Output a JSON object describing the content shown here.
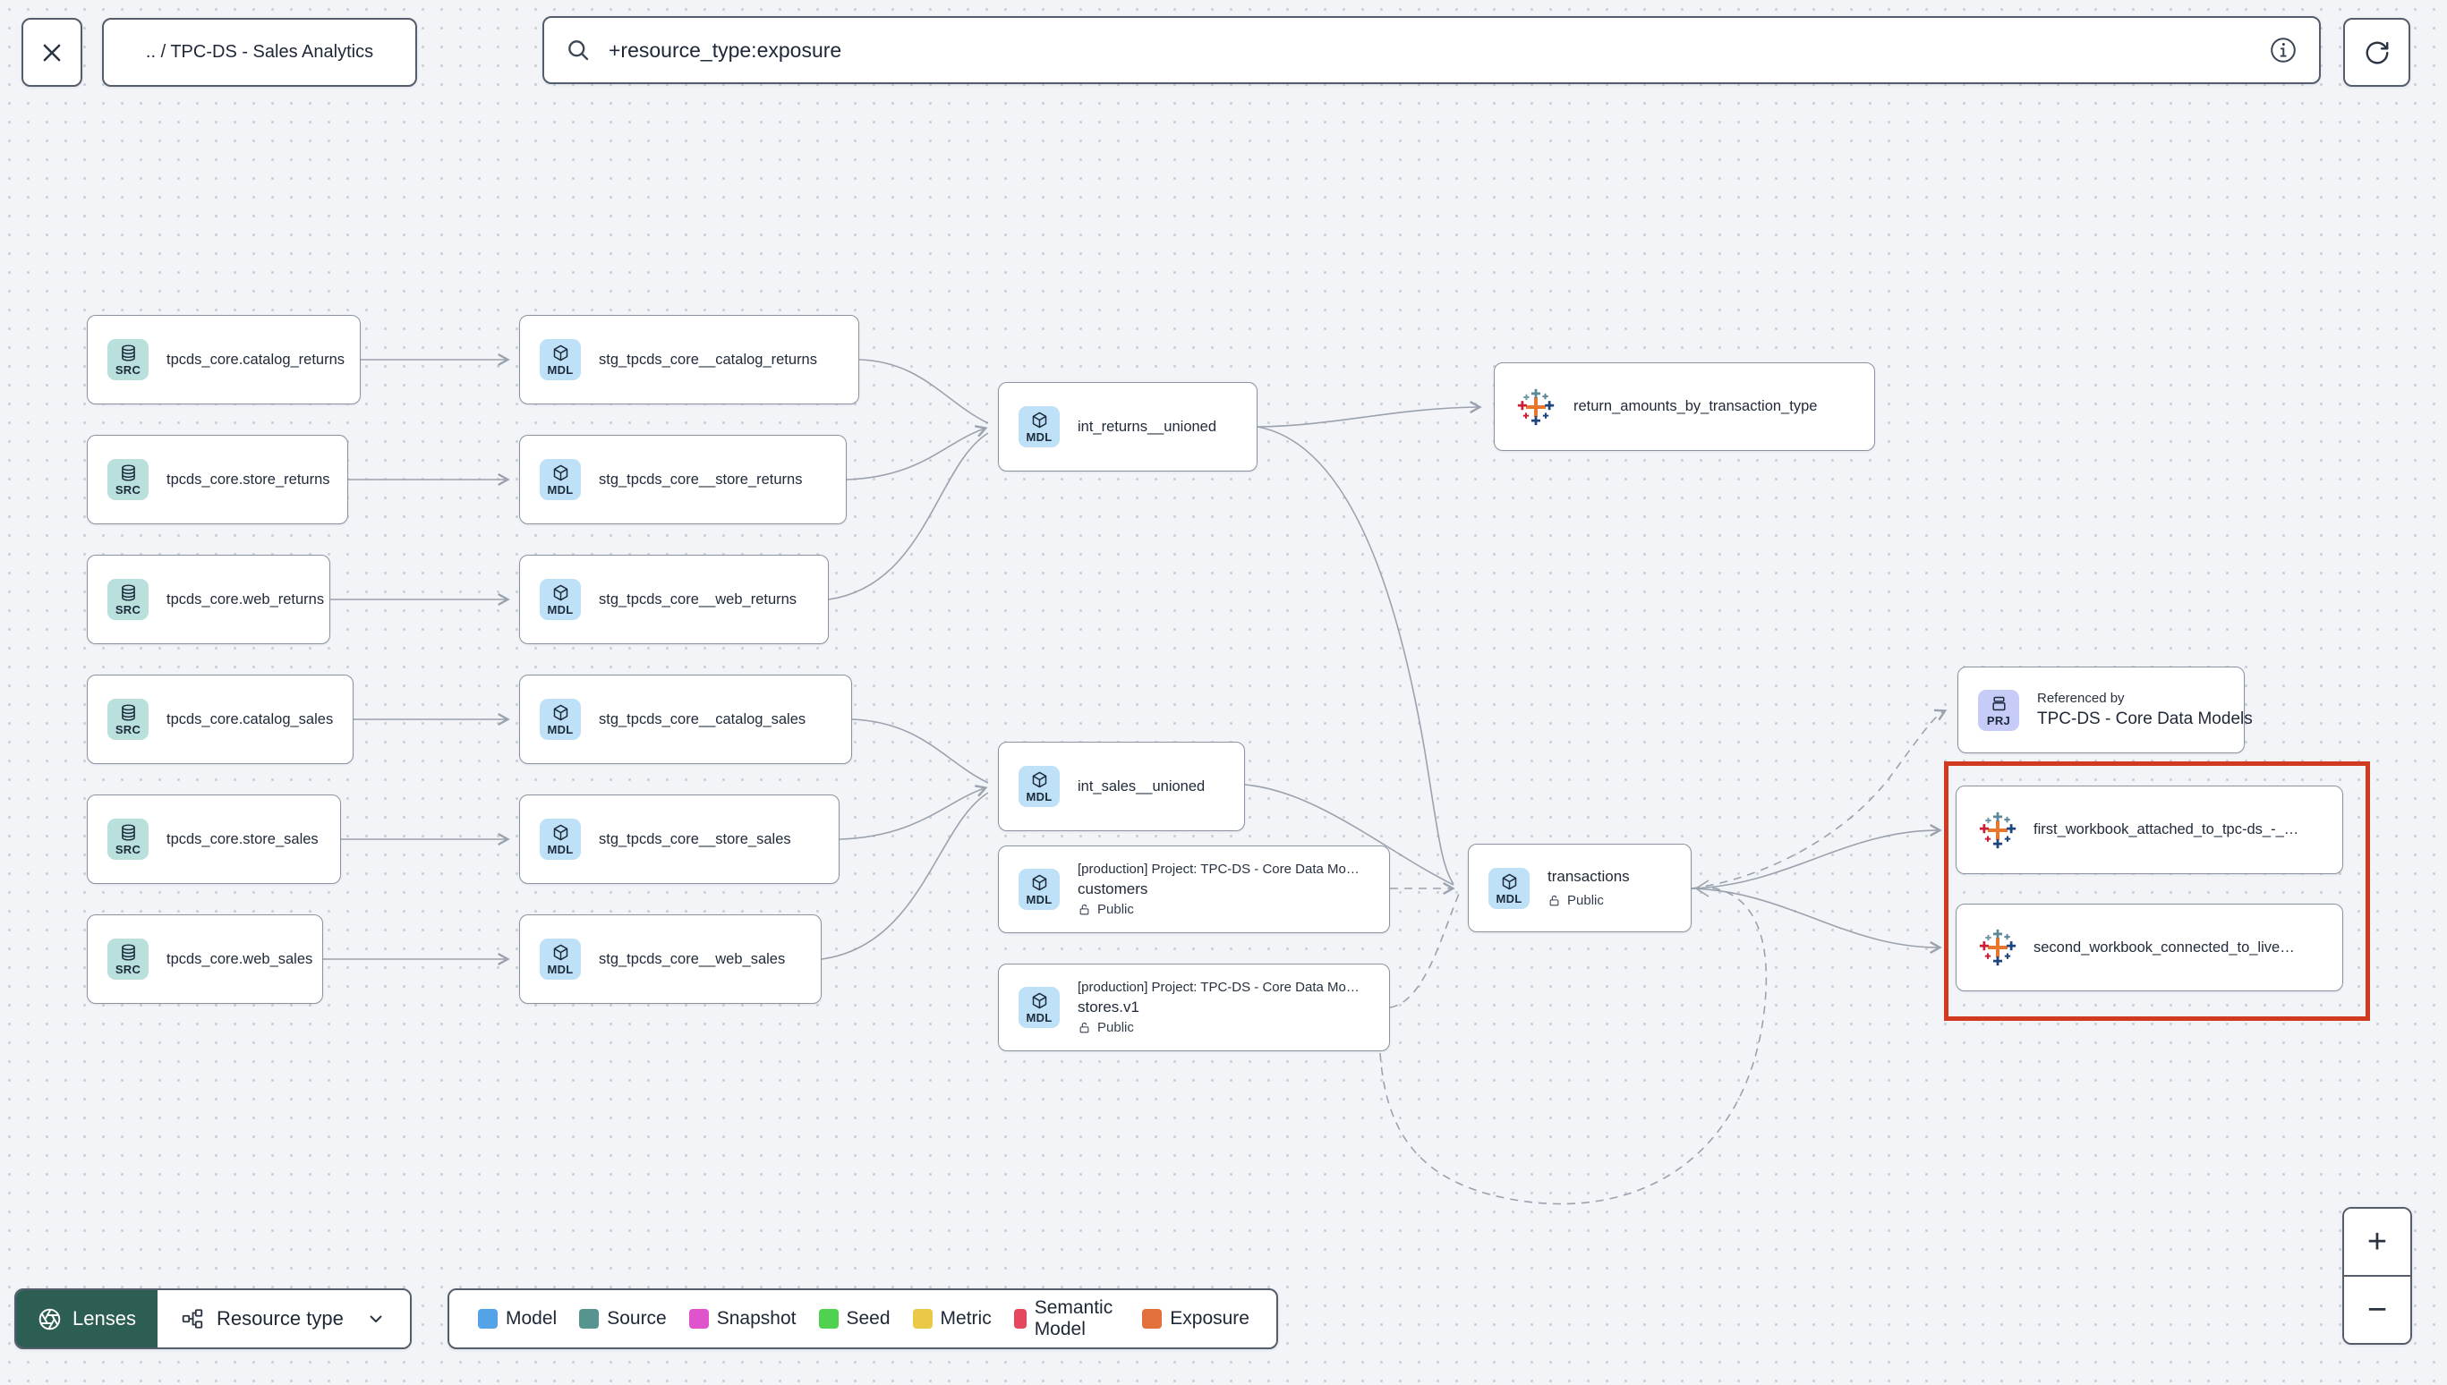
{
  "header": {
    "breadcrumb": ".. / TPC-DS - Sales Analytics",
    "search": {
      "value": "+resource_type:exposure"
    }
  },
  "graph": {
    "sources": [
      {
        "badge": "SRC",
        "label": "tpcds_core.catalog_returns"
      },
      {
        "badge": "SRC",
        "label": "tpcds_core.store_returns"
      },
      {
        "badge": "SRC",
        "label": "tpcds_core.web_returns"
      },
      {
        "badge": "SRC",
        "label": "tpcds_core.catalog_sales"
      },
      {
        "badge": "SRC",
        "label": "tpcds_core.store_sales"
      },
      {
        "badge": "SRC",
        "label": "tpcds_core.web_sales"
      }
    ],
    "staging": [
      {
        "badge": "MDL",
        "label": "stg_tpcds_core__catalog_returns"
      },
      {
        "badge": "MDL",
        "label": "stg_tpcds_core__store_returns"
      },
      {
        "badge": "MDL",
        "label": "stg_tpcds_core__web_returns"
      },
      {
        "badge": "MDL",
        "label": "stg_tpcds_core__catalog_sales"
      },
      {
        "badge": "MDL",
        "label": "stg_tpcds_core__store_sales"
      },
      {
        "badge": "MDL",
        "label": "stg_tpcds_core__web_sales"
      }
    ],
    "int_returns": {
      "badge": "MDL",
      "label": "int_returns__unioned"
    },
    "int_sales": {
      "badge": "MDL",
      "label": "int_sales__unioned"
    },
    "exposure_return_amounts": {
      "label": "return_amounts_by_transaction_type"
    },
    "customers": {
      "badge": "MDL",
      "project": "[production] Project: TPC-DS - Core Data Mo…",
      "label": "customers",
      "access": "Public"
    },
    "stores": {
      "badge": "MDL",
      "project": "[production] Project: TPC-DS - Core Data Mo…",
      "label": "stores.v1",
      "access": "Public"
    },
    "transactions": {
      "badge": "MDL",
      "label": "transactions",
      "access": "Public"
    },
    "referenced_by": {
      "badge": "PRJ",
      "title": "Referenced by",
      "label": "TPC-DS - Core Data Models"
    },
    "workbook_first": {
      "label": "first_workbook_attached_to_tpc-ds_-_…"
    },
    "workbook_second": {
      "label": "second_workbook_connected_to_live…"
    }
  },
  "footer": {
    "lenses_label": "Lenses",
    "resource_type_label": "Resource type",
    "legend": [
      {
        "label": "Model",
        "color": "#54a3e8"
      },
      {
        "label": "Source",
        "color": "#56948f"
      },
      {
        "label": "Snapshot",
        "color": "#df54cd"
      },
      {
        "label": "Seed",
        "color": "#50d150"
      },
      {
        "label": "Metric",
        "color": "#eac949"
      },
      {
        "label": "Semantic Model",
        "color": "#e5485e"
      },
      {
        "label": "Exposure",
        "color": "#e2703b"
      }
    ],
    "zoom_in_label": "+",
    "zoom_out_label": "−"
  },
  "colors": {
    "accent_highlight": "#d13a21",
    "edge": "#9aa2ae",
    "badge_src_bg": "#b9e0dd",
    "badge_mdl_bg": "#bfe1f8",
    "badge_prj_bg": "#c6cbf7",
    "lenses_bg": "#2d5e53"
  }
}
